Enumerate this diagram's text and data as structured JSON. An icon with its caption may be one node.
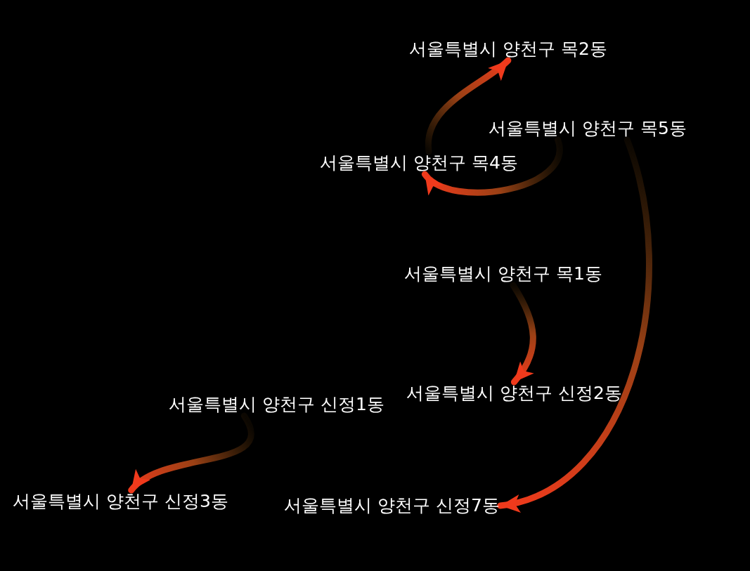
{
  "diagram": {
    "nodes": [
      {
        "text": [
          "서울특별시 양천구 목2동"
        ]
      },
      {
        "text": [
          "서울특별시 양천구 목5동"
        ]
      },
      {
        "text": [
          "서울특별시 양천구 목4동"
        ]
      },
      {
        "text": [
          "서울특별시 양천구 목1동"
        ]
      },
      {
        "text": [
          "서울특별시 양천구 신정2동"
        ]
      },
      {
        "text": [
          "서울특별시 양천구 신정1동"
        ]
      },
      {
        "text": [
          "서울특별시 양천구 신정3동"
        ]
      },
      {
        "text": [
          "서울특별시 양천구 신정7동"
        ]
      }
    ],
    "edges": [
      {
        "from": 2,
        "to": 0,
        "arrow": "to"
      },
      {
        "from": 1,
        "to": 2,
        "arrow": "to"
      },
      {
        "from": 1,
        "to": 7,
        "arrow": "to"
      },
      {
        "from": 3,
        "to": 4,
        "arrow": "to"
      },
      {
        "from": 5,
        "to": 6,
        "arrow": "to"
      }
    ]
  }
}
